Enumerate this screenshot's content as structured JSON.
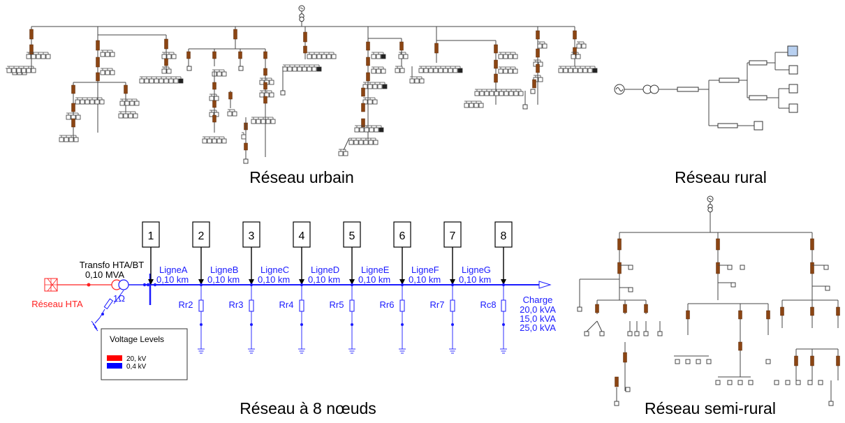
{
  "captions": {
    "urban": "Réseau urbain",
    "rural": "Réseau rural",
    "eight": "Réseau à 8 nœuds",
    "semirural": "Réseau semi-rural"
  },
  "eight_node": {
    "source_label": "Réseau HTA",
    "transfo_line1": "Transfo HTA/BT",
    "transfo_line2": "0,10 MVA",
    "ground_resistance": "1Ω",
    "nodes": [
      "1",
      "2",
      "3",
      "4",
      "5",
      "6",
      "7",
      "8"
    ],
    "lines": [
      {
        "name": "LigneA",
        "length": "0,10 km"
      },
      {
        "name": "LigneB",
        "length": "0,10 km"
      },
      {
        "name": "LigneC",
        "length": "0,10 km"
      },
      {
        "name": "LigneD",
        "length": "0,10 km"
      },
      {
        "name": "LigneE",
        "length": "0,10 km"
      },
      {
        "name": "LigneF",
        "length": "0,10 km"
      },
      {
        "name": "LigneG",
        "length": "0,10 km"
      }
    ],
    "resistors": [
      "Rr2",
      "Rr3",
      "Rr4",
      "Rr5",
      "Rr6",
      "Rr7",
      "Rc8"
    ],
    "load_title": "Charge",
    "loads": [
      "20,0 kVA",
      "15,0 kVA",
      "25,0 kVA"
    ],
    "legend": {
      "title": "Voltage Levels",
      "items": [
        {
          "label": "20, kV",
          "color": "#ff0000"
        },
        {
          "label": "0,4 kV",
          "color": "#0000ff"
        }
      ]
    }
  },
  "colors": {
    "hv": "#ff2020",
    "lv": "#1a1aff",
    "cable": "#8b4513",
    "wire": "#555555"
  }
}
